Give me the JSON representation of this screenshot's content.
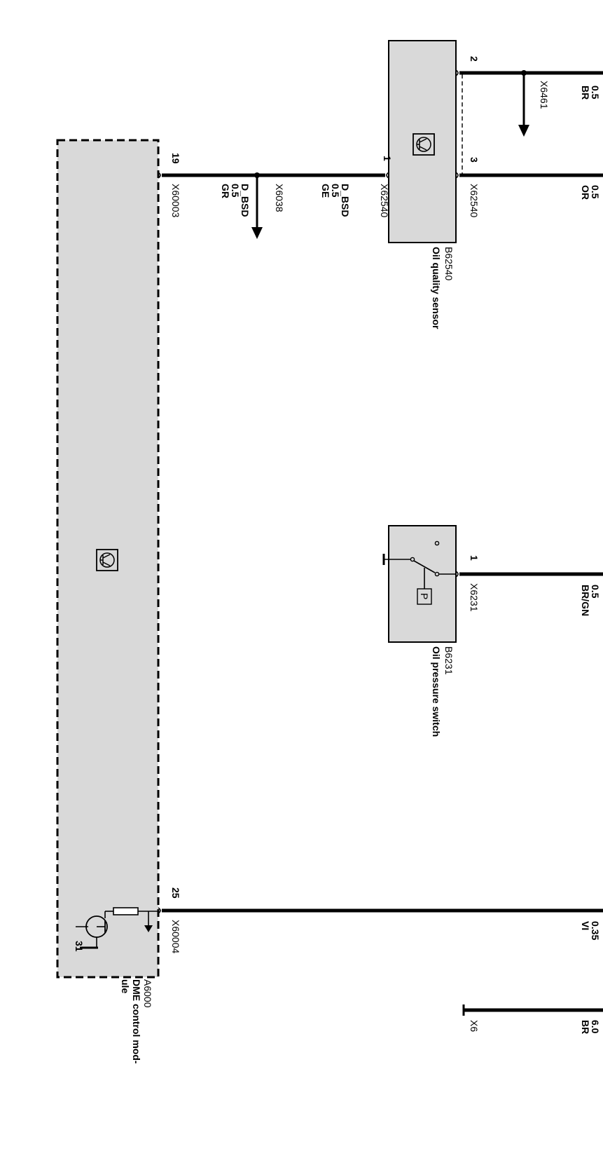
{
  "components": {
    "b62540": {
      "code": "B62540",
      "name": "Oil quality sensor"
    },
    "b6231": {
      "code": "B6231",
      "name": "Oil pressure switch",
      "switch_symbol": "P"
    },
    "a6000": {
      "code": "A6000",
      "name_line1": "DME control mod-",
      "name_line2": "ule",
      "ground_pin": "31"
    }
  },
  "pins": {
    "b62540_pin2": "2",
    "b62540_pin3": "3",
    "b62540_pin1": "1",
    "b6231_pin1": "1",
    "a6000_pin19": "19",
    "a6000_pin25": "25"
  },
  "connectors": {
    "x62540_top": "X62540",
    "x62540_left": "X62540",
    "x6461": "X6461",
    "x6038": "X6038",
    "x60003": "X60003",
    "x6231": "X6231",
    "x60004": "X60004",
    "x6": "X6"
  },
  "wires": {
    "w_br": {
      "size": "0.5",
      "color": "BR"
    },
    "w_or": {
      "size": "0.5",
      "color": "OR"
    },
    "w_ge": {
      "signal": "D_BSD",
      "size": "0.5",
      "color": "GE"
    },
    "w_gr": {
      "signal": "D_BSD",
      "size": "0.5",
      "color": "GR"
    },
    "w_brgn": {
      "size": "0.5",
      "color": "BR/GN"
    },
    "w_vi": {
      "size": "0.35",
      "color": "VI"
    },
    "w_gnd": {
      "size": "6.0",
      "color": "BR"
    }
  },
  "colors": {
    "component_fill": "#d9d9d9",
    "line": "#000000"
  }
}
